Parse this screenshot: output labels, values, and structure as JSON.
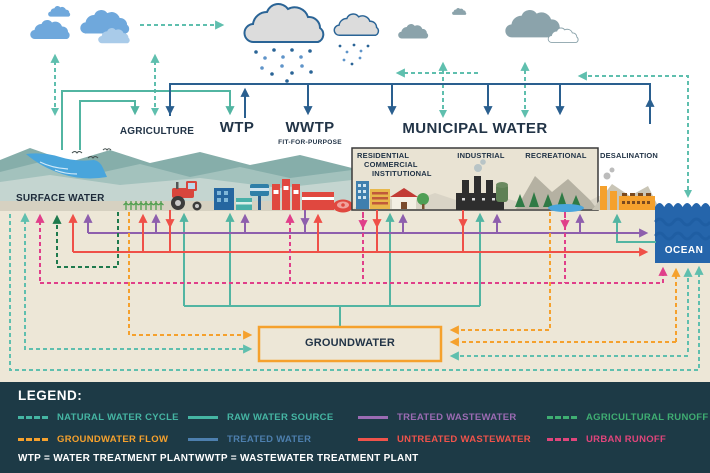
{
  "diagram": {
    "top_labels": {
      "agriculture": "AGRICULTURE",
      "wtp": "WTP",
      "wwtp": "WWTP",
      "wwtp_subtitle": "FIT-FOR-PURPOSE",
      "municipal_water": "MUNICIPAL WATER",
      "desalination": "DESALINATION"
    },
    "municipal_sectors": {
      "residential": "RESIDENTIAL",
      "commercial": "COMMERCIAL",
      "institutional": "INSTITUTIONAL",
      "industrial": "INDUSTRIAL",
      "recreational": "RECREATIONAL"
    },
    "water_bodies": {
      "surface_water": "SURFACE WATER",
      "ocean": "OCEAN",
      "groundwater": "GROUNDWATER"
    }
  },
  "legend": {
    "title": "LEGEND:",
    "items": [
      {
        "label": "NATURAL WATER CYCLE",
        "color": "#45b5a3",
        "line_style": "dashed"
      },
      {
        "label": "GROUNDWATER FLOW",
        "color": "#f5a12d",
        "line_style": "dashed"
      },
      {
        "label": "RAW WATER SOURCE",
        "color": "#45b5a3",
        "line_style": "solid"
      },
      {
        "label": "TREATED WATER",
        "color": "#4d7fae",
        "line_style": "solid"
      },
      {
        "label": "TREATED WASTEWATER",
        "color": "#9b6bb3",
        "line_style": "solid"
      },
      {
        "label": "UNTREATED WASTEWATER",
        "color": "#f0534b",
        "line_style": "solid"
      },
      {
        "label": "AGRICULTURAL RUNOFF",
        "color": "#3fae72",
        "line_style": "dashed"
      },
      {
        "label": "URBAN RUNOFF",
        "color": "#e0457b",
        "line_style": "dashed"
      }
    ],
    "abbreviations": [
      {
        "text": "WTP = WATER TREATMENT PLANT"
      },
      {
        "text": "WWTP = WASTEWATER TREATMENT PLANT"
      }
    ]
  }
}
